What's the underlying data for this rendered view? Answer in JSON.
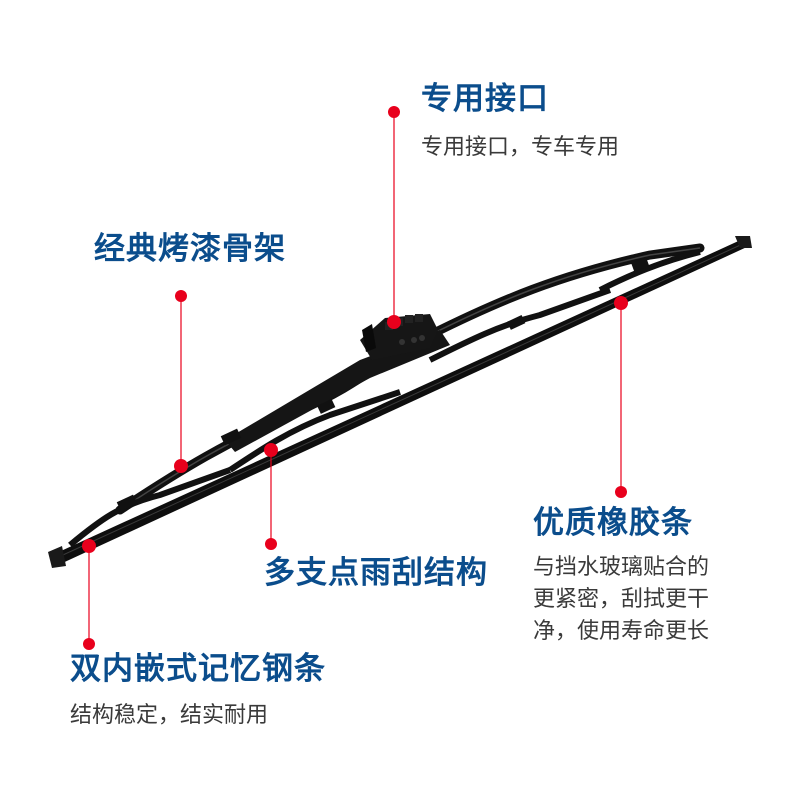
{
  "colors": {
    "title": "#0b4d8c",
    "desc": "#3a3a3a",
    "marker": "#e8001c",
    "blade": "#121212"
  },
  "features": [
    {
      "id": "connector",
      "title": "专用接口",
      "desc": [
        "专用接口，专车专用"
      ]
    },
    {
      "id": "frame",
      "title": "经典烤漆骨架",
      "desc": []
    },
    {
      "id": "rubber",
      "title": "优质橡胶条",
      "desc": [
        "与挡水玻璃贴合的",
        "更紧密，刮拭更干",
        "净，使用寿命更长"
      ]
    },
    {
      "id": "support",
      "title": "多支点雨刮结构",
      "desc": []
    },
    {
      "id": "steel",
      "title": "双内嵌式记忆钢条",
      "desc": [
        "结构稳定，结实耐用"
      ]
    }
  ],
  "product": {
    "icon": "wiper-blade-icon"
  }
}
